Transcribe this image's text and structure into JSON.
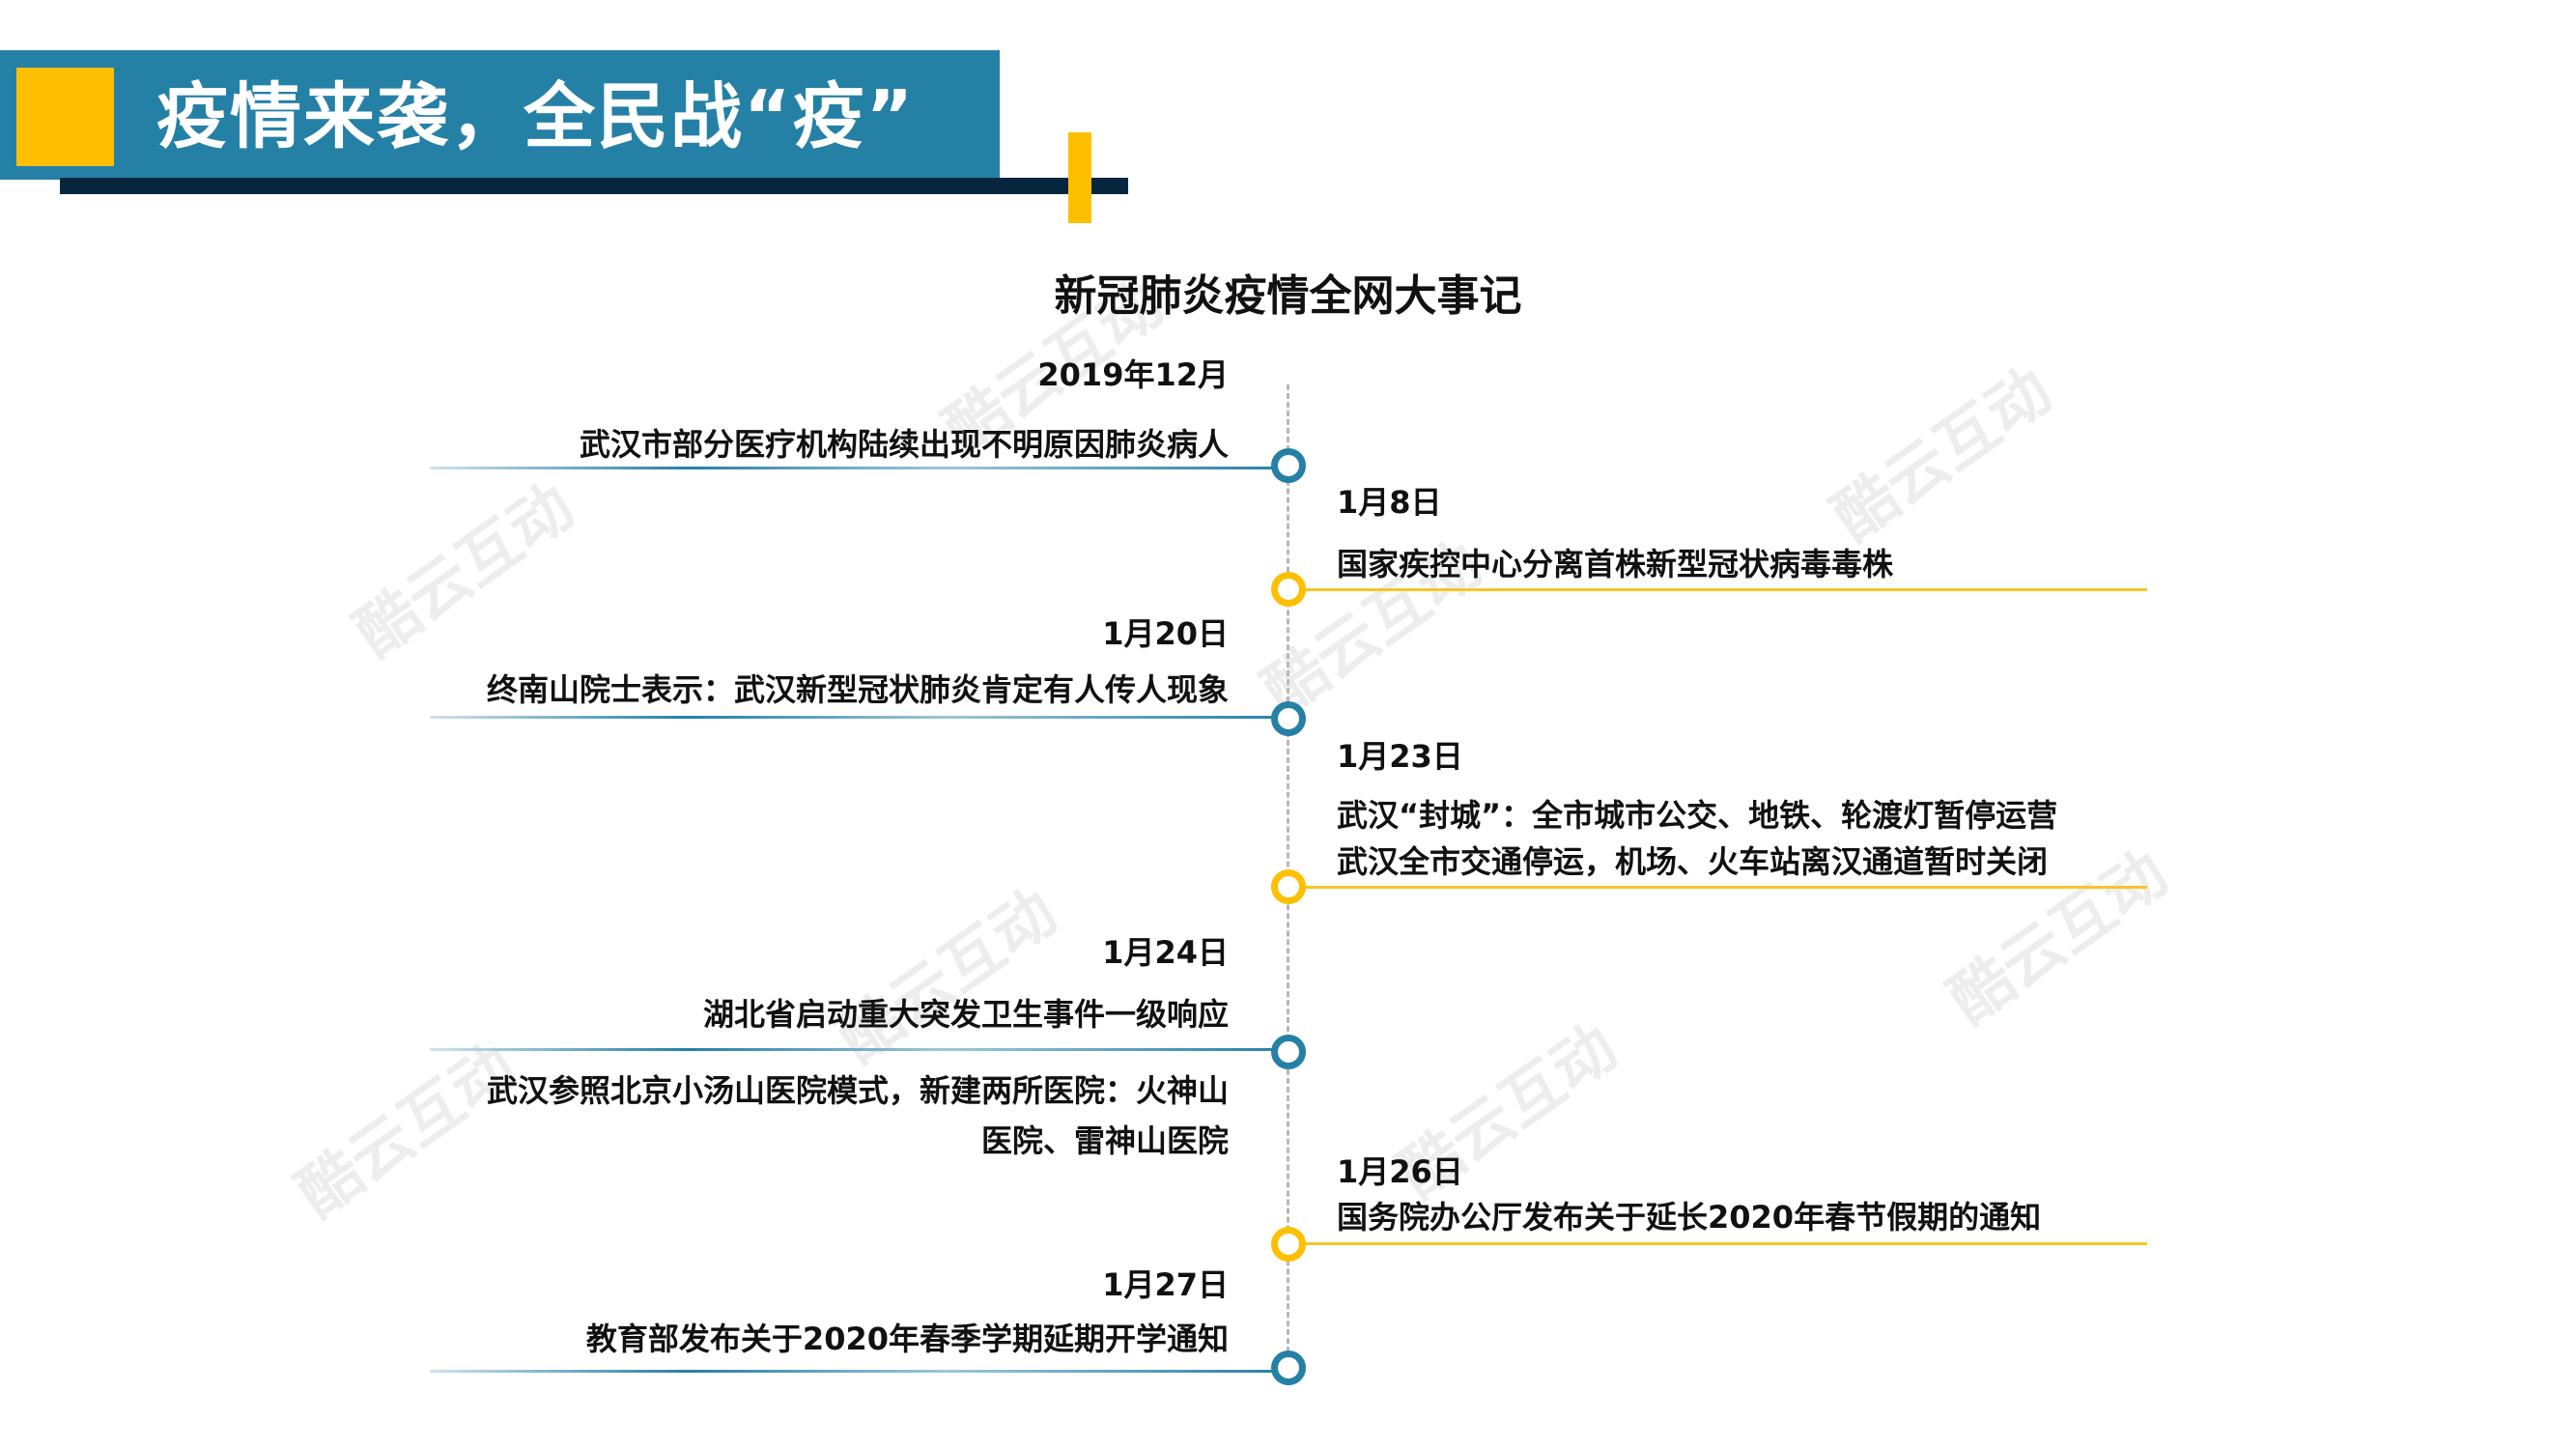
{
  "header": {
    "title": "疫情来袭，全民战“疫”"
  },
  "subtitle": "新冠肺炎疫情全网大事记",
  "watermark": "酷云互动",
  "colors": {
    "blue": "#2580a6",
    "yellow": "#fdbf00",
    "navy": "#06263d"
  },
  "events": [
    {
      "date": "2019年12月",
      "desc": "武汉市部分医疗机构陆续出现不明原因肺炎病人",
      "side": "left"
    },
    {
      "date": "1月8日",
      "desc": "国家疾控中心分离首株新型冠状病毒毒株",
      "side": "right"
    },
    {
      "date": "1月20日",
      "desc": "终南山院士表示：武汉新型冠状肺炎肯定有人传人现象",
      "side": "left"
    },
    {
      "date": "1月23日",
      "desc": "武汉“封城”：全市城市公交、地铁、轮渡灯暂停运营",
      "desc2": "武汉全市交通停运，机场、火车站离汉通道暂时关闭",
      "side": "right"
    },
    {
      "date": "1月24日",
      "desc": "湖北省启动重大突发卫生事件一级响应",
      "desc2": "武汉参照北京小汤山医院模式，新建两所医院：火神山",
      "desc3": "医院、雷神山医院",
      "side": "left"
    },
    {
      "date": "1月26日",
      "desc": "国务院办公厅发布关于延长2020年春节假期的通知",
      "side": "right"
    },
    {
      "date": "1月27日",
      "desc": "教育部发布关于2020年春季学期延期开学通知",
      "side": "left"
    }
  ]
}
